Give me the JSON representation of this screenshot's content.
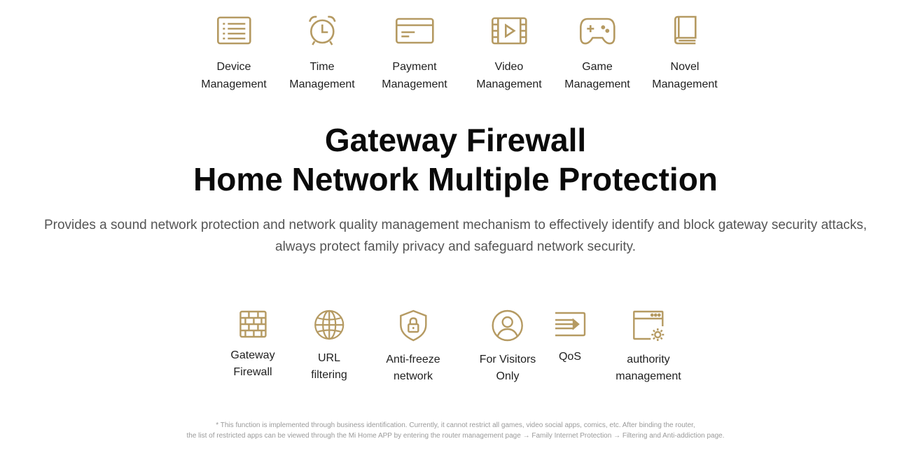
{
  "colors": {
    "icon_gold": "#b59a62",
    "heading": "#0a0a0a",
    "body_text": "#555555",
    "footnote": "#9a9a9a"
  },
  "management": [
    {
      "icon": "list-icon",
      "line1": "Device",
      "line2": "Management"
    },
    {
      "icon": "alarm-clock-icon",
      "line1": "Time",
      "line2": "Management"
    },
    {
      "icon": "credit-card-icon",
      "line1": "Payment",
      "line2": "Management"
    },
    {
      "icon": "video-icon",
      "line1": "Video",
      "line2": "Management"
    },
    {
      "icon": "gamepad-icon",
      "line1": "Game",
      "line2": "Management"
    },
    {
      "icon": "book-icon",
      "line1": "Novel",
      "line2": "Management"
    }
  ],
  "headline": {
    "line1": "Gateway Firewall",
    "line2": "Home Network Multiple Protection"
  },
  "description": {
    "line1": "Provides a sound network protection and network quality management mechanism to effectively identify and block gateway security attacks,",
    "line2": "always protect family privacy and safeguard network security."
  },
  "protection": [
    {
      "icon": "brick-wall-icon",
      "line1": "Gateway",
      "line2": "Firewall"
    },
    {
      "icon": "globe-icon",
      "line1": "URL",
      "line2": "filtering"
    },
    {
      "icon": "shield-lock-icon",
      "line1": "Anti-freeze",
      "line2": "network"
    },
    {
      "icon": "user-circle-icon",
      "line1": "For Visitors",
      "line2": "Only"
    },
    {
      "icon": "qos-icon",
      "line1": "QoS",
      "line2": ""
    },
    {
      "icon": "window-gear-icon",
      "line1": "authority",
      "line2": "management"
    }
  ],
  "footnote": {
    "line1": "* This function is implemented through business identification. Currently, it cannot restrict all games, video social apps, comics, etc. After binding the router,",
    "line2": "the list of restricted apps can be viewed through the Mi Home APP by entering the router management page → Family Internet Protection → Filtering and Anti-addiction page."
  }
}
